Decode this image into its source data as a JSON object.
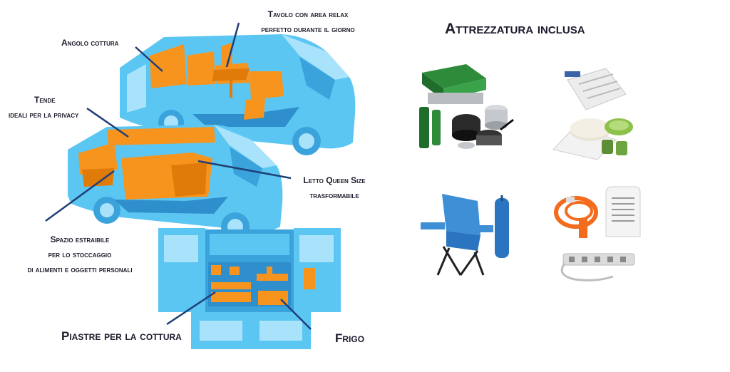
{
  "diagram": {
    "labels": {
      "angolo_cottura": "Angolo cottura",
      "tavolo_line1": "Tavolo con area relax",
      "tavolo_line2": "perfetto durante il giorno",
      "tende_line1": "Tende",
      "tende_line2": "ideali per la privacy",
      "letto_line1": "Letto Queen Size",
      "letto_line2": "trasformabile",
      "spazio_line1": "Spazio estraibile",
      "spazio_line2": "per lo stoccaggio",
      "spazio_line3": "di alimenti e oggetti personali",
      "piastre": "Piastre per la cottura",
      "frigo": "Frigo"
    },
    "colors": {
      "van_blue": "#5cc6f2",
      "van_dark_blue": "#3aa3dc",
      "van_light_blue": "#a9e3fb",
      "furniture_orange": "#f7941d",
      "leader_line": "#1f3f77",
      "text": "#1b1b2b"
    }
  },
  "equipment": {
    "title": "Attrezzatura inclusa",
    "items": [
      {
        "icon": "camping-stove-cookware-icon"
      },
      {
        "icon": "cutlery-plates-mugs-icon"
      },
      {
        "icon": "folding-camping-chair-icon"
      },
      {
        "icon": "heater-extension-cord-power-strip-icon"
      }
    ]
  }
}
